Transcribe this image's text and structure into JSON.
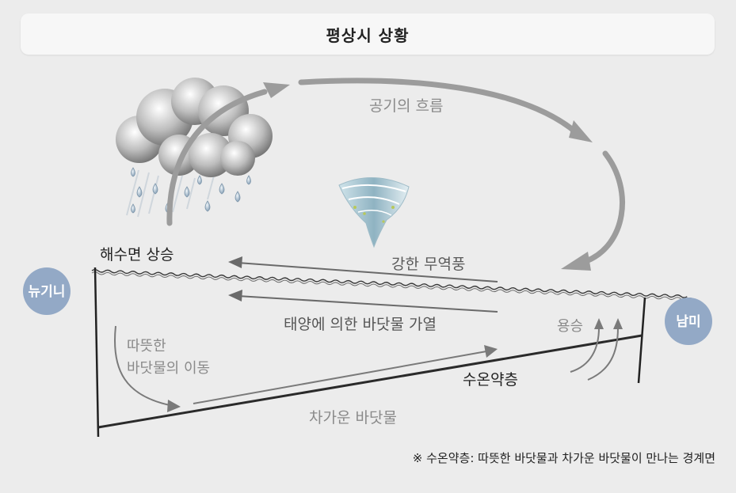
{
  "title": "평상시 상황",
  "labels": {
    "air_flow": "공기의 흐름",
    "sea_level_rise": "해수면 상승",
    "trade_wind": "강한 무역풍",
    "solar_heating": "태양에 의한 바닷물 가열",
    "upwelling": "용승",
    "warm_water_move_1": "따뜻한",
    "warm_water_move_2": "바닷물의 이동",
    "thermocline": "수온약층",
    "cold_water": "차가운 바닷물",
    "west": "뉴기니",
    "east": "남미"
  },
  "footnote": "※ 수온약층: 따뜻한 바닷물과 차가운 바닷물이 만나는 경계면",
  "colors": {
    "background": "#ececec",
    "arrow_gray": "#9c9c9c",
    "region_circle": "#93a9c6",
    "water_line": "#3a3a3a"
  }
}
